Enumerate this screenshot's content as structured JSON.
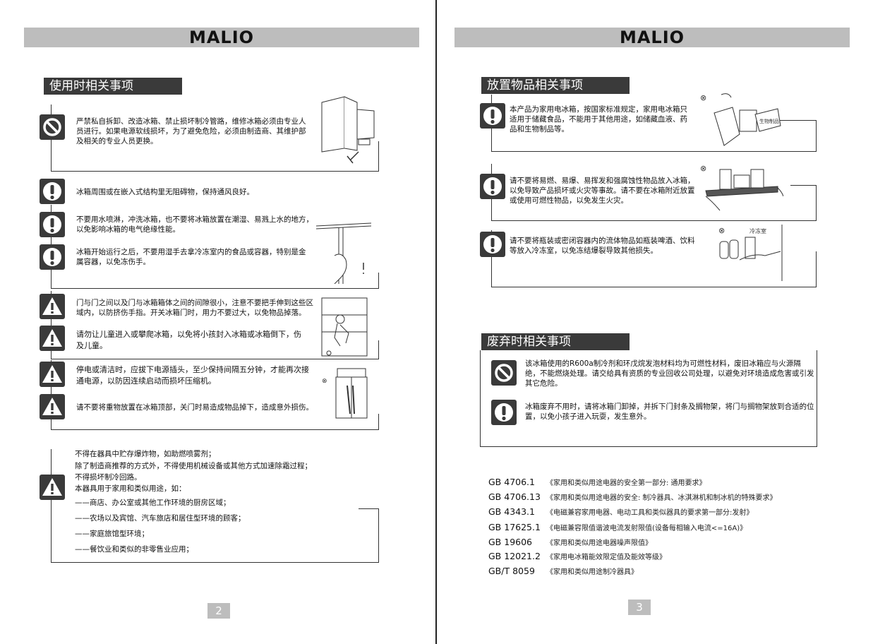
{
  "brand": "MALIO",
  "left": {
    "section_title": "使用时相关事项",
    "items": [
      {
        "icon": "prohibit-icon",
        "text": "严禁私自拆卸、改造冰箱、禁止损坏制冷管路，维修冰箱必须由专业人员进行。如果电源软线损坏，为了避免危险，必须由制造商、其维护部及相关的专业人员更换。"
      },
      {
        "icon": "exclamation-icon",
        "text": "冰箱周围或在嵌入式结构里无阻碍物，保持通风良好。"
      },
      {
        "icon": "exclamation-icon",
        "text": "不要用水喷淋，冲洗冰箱，也不要将冰箱放置在潮湿、易溅上水的地方，以免影响冰箱的电气绝缘性能。"
      },
      {
        "icon": "exclamation-icon",
        "text": "冰箱开始运行之后，不要用湿手去拿冷冻室内的食品或容器，特别是金属容器，以免冻伤手。"
      },
      {
        "icon": "warning-triangle-icon",
        "text": "门与门之间以及门与冰箱箱体之间的间隙很小，注意不要把手伸到这些区域内，以防挤伤手指。开关冰箱门时，用力不要过大，以免物品掉落。"
      },
      {
        "icon": "warning-triangle-icon",
        "text": "请勿让儿童进入或攀爬冰箱，以免将小孩封入冰箱或冰箱倒下，伤及儿童。"
      },
      {
        "icon": "warning-triangle-icon",
        "text": "停电或清洁时，应拔下电源插头，至少保持间隔五分钟，才能再次接通电源，以防因连续启动而损坏压缩机。"
      },
      {
        "icon": "warning-triangle-icon",
        "text": "请不要将重物放置在冰箱顶部，关门时易造成物品掉下，造成意外损伤。"
      }
    ],
    "notes": [
      "不得在器具中贮存爆炸物，如助燃喷雾剂；",
      "除了制造商推荐的方式外，不得使用机械设备或其他方式加速除霜过程；",
      "不得损坏制冷回路。",
      "本器具用于家用和类似用途，如：",
      "——商店、办公室或其他工作环境的厨房区域；",
      "——农场以及宾馆、汽车旅店和居住型环境的顾客；",
      "——家庭旅馆型环境；",
      "——餐饮业和类似的非零售业应用；"
    ],
    "page_number": "2"
  },
  "right": {
    "section1_title": "放置物品相关事项",
    "items1": [
      {
        "icon": "exclamation-icon",
        "text": "本产品为家用电冰箱，按国家标准规定，家用电冰箱只适用于储藏食品，不能用于其他用途，如储藏血液、药品和生物制品等。"
      },
      {
        "icon": "exclamation-icon",
        "text": "请不要将易燃、易爆、易挥发和强腐蚀性物品放入冰箱，以免导致产品损坏或火灾等事故。请不要在冰箱附近放置或使用可燃性物品，以免发生火灾。"
      },
      {
        "icon": "exclamation-icon",
        "text": "请不要将瓶装或密闭容器内的流体物品如瓶装啤酒、饮料等放入冷冻室，以免冻结爆裂导致其他损失。"
      }
    ],
    "illustration_labels": {
      "bio": "生物制品",
      "freezer": "冷冻室"
    },
    "section2_title": "废弃时相关事项",
    "items2": [
      {
        "icon": "prohibit-icon",
        "text": "该冰箱使用的R600a制冷剂和环戊烷发泡材料均为可燃性材料，废旧冰箱应与火源隔绝，不能燃烧处理。请交给具有资质的专业回收公司处理，以避免对环境造成危害或引发其它危险。"
      },
      {
        "icon": "exclamation-icon",
        "text": "冰箱废弃不用时，请将冰箱门卸掉，并拆下门封条及搁物架，将门与搁物架放到合适的位置，以免小孩子进入玩耍，发生意外。"
      }
    ],
    "standards": [
      {
        "code": "GB 4706.1",
        "title": "《家用和类似用途电器的安全第一部分: 通用要求》"
      },
      {
        "code": "GB 4706.13",
        "title": "《家用和类似用途电器的安全: 制冷器具、冰淇淋机和制冰机的特殊要求》"
      },
      {
        "code": "GB 4343.1",
        "title": "《电磁兼容家用电器、电动工具和类似器具的要求第一部分:发射》"
      },
      {
        "code": "GB 17625.1",
        "title": "《电磁兼容限值谐波电流发射限值(设备每相输入电流<=16A)》"
      },
      {
        "code": "GB 19606",
        "title": "《家用和类似用途电器噪声限值》"
      },
      {
        "code": "GB 12021.2",
        "title": "《家用电冰箱能效限定值及能效等级》"
      },
      {
        "code": "GB/T 8059",
        "title": "《家用和类似用途制冷器具》"
      }
    ],
    "page_number": "3"
  }
}
